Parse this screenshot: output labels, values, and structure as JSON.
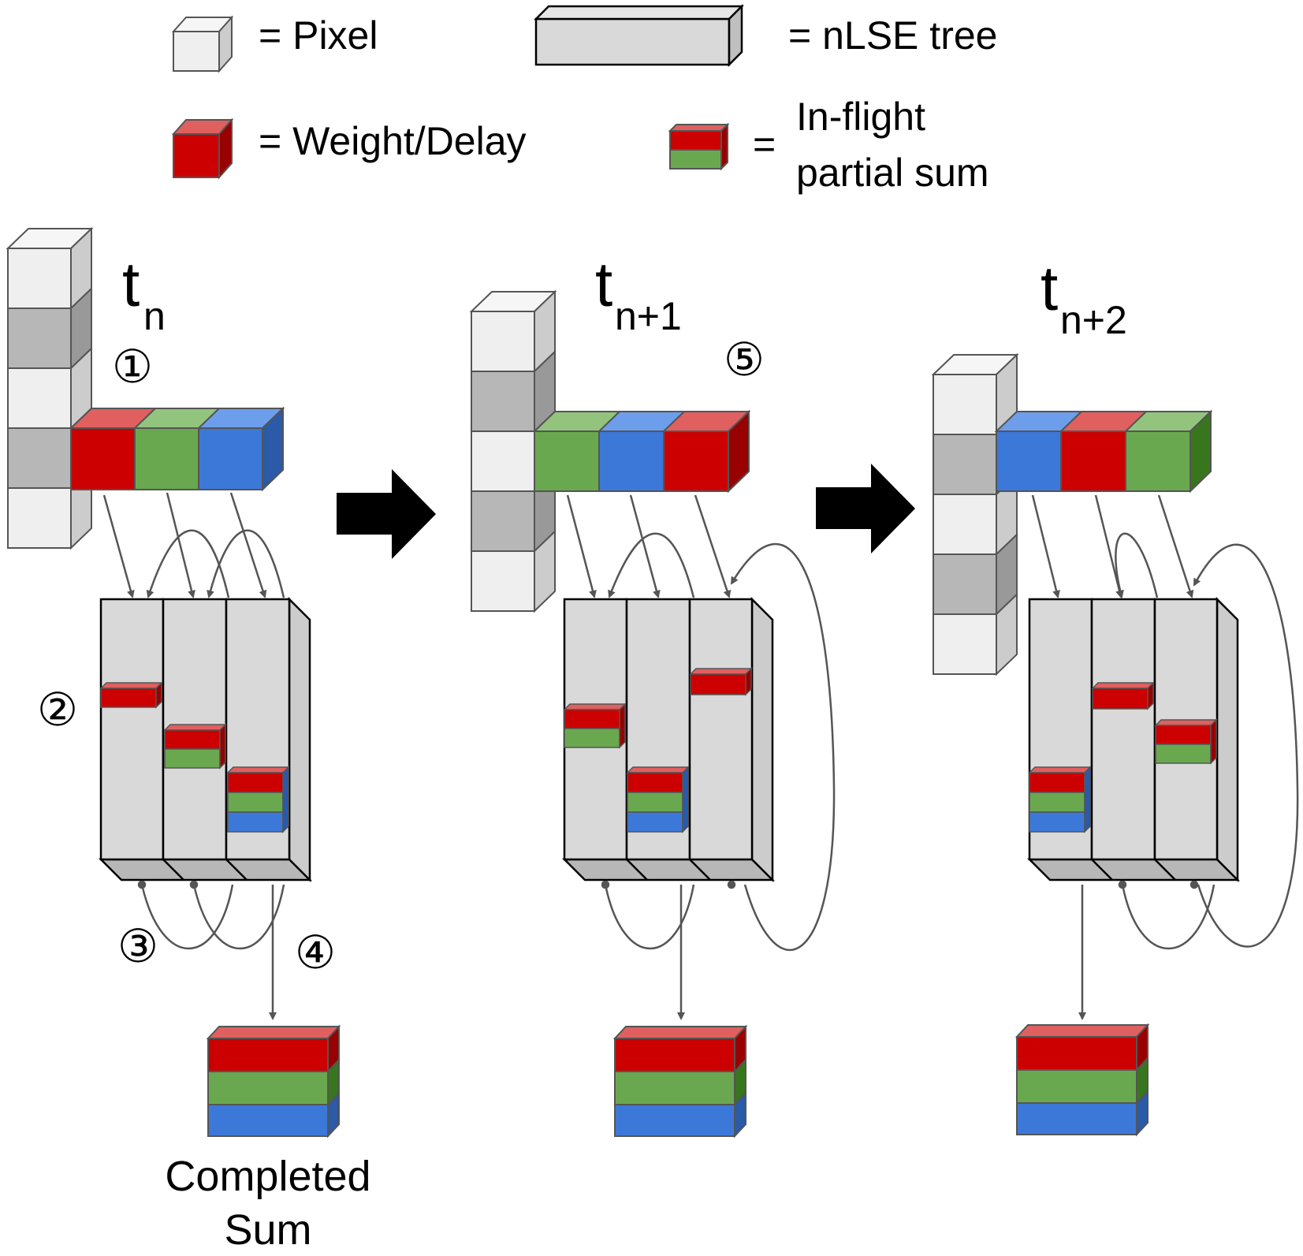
{
  "legend": {
    "pixel": "= Pixel",
    "tree": "= nLSE tree",
    "weight": "= Weight/Delay",
    "eq": "=",
    "partial_line1": "In-flight",
    "partial_line2": "partial sum"
  },
  "stages": [
    {
      "time_base": "t",
      "time_sub": "n"
    },
    {
      "time_base": "t",
      "time_sub": "n+1"
    },
    {
      "time_base": "t",
      "time_sub": "n+2"
    }
  ],
  "markers": {
    "m1": "①",
    "m2": "②",
    "m3": "③",
    "m4": "④",
    "m5": "⑤"
  },
  "completed_label_line1": "Completed",
  "completed_label_line2": "Sum",
  "colors": {
    "red": "#cc0000",
    "green": "#6aa84f",
    "blue": "#3c78d8",
    "pixel_light": "#efefef",
    "pixel_dark": "#b7b7b7",
    "tree": "#d9d9d9"
  }
}
